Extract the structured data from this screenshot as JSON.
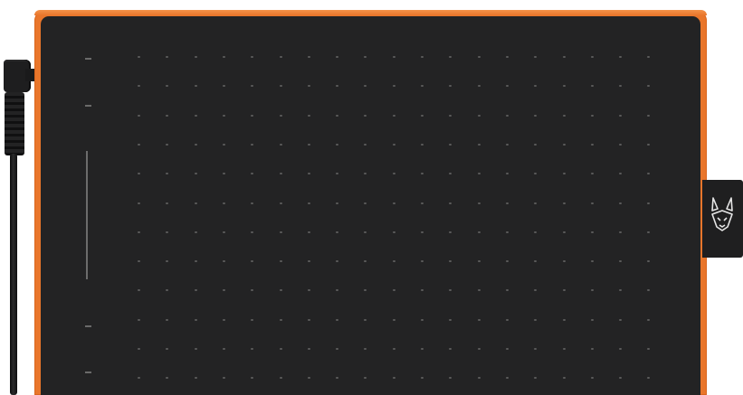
{
  "scene": {
    "subject": "pen-tablet",
    "colors": {
      "frame": "#e9762b",
      "surface": "#232324",
      "grid_marks": "#5a5a5a",
      "cable": "#1e1e1f",
      "logo_tab": "#1f1f20"
    },
    "grid": {
      "columns": 19,
      "rows": 12
    },
    "icons": {
      "cable": "usb-cable-icon",
      "logo": "cat-logo-icon"
    }
  }
}
